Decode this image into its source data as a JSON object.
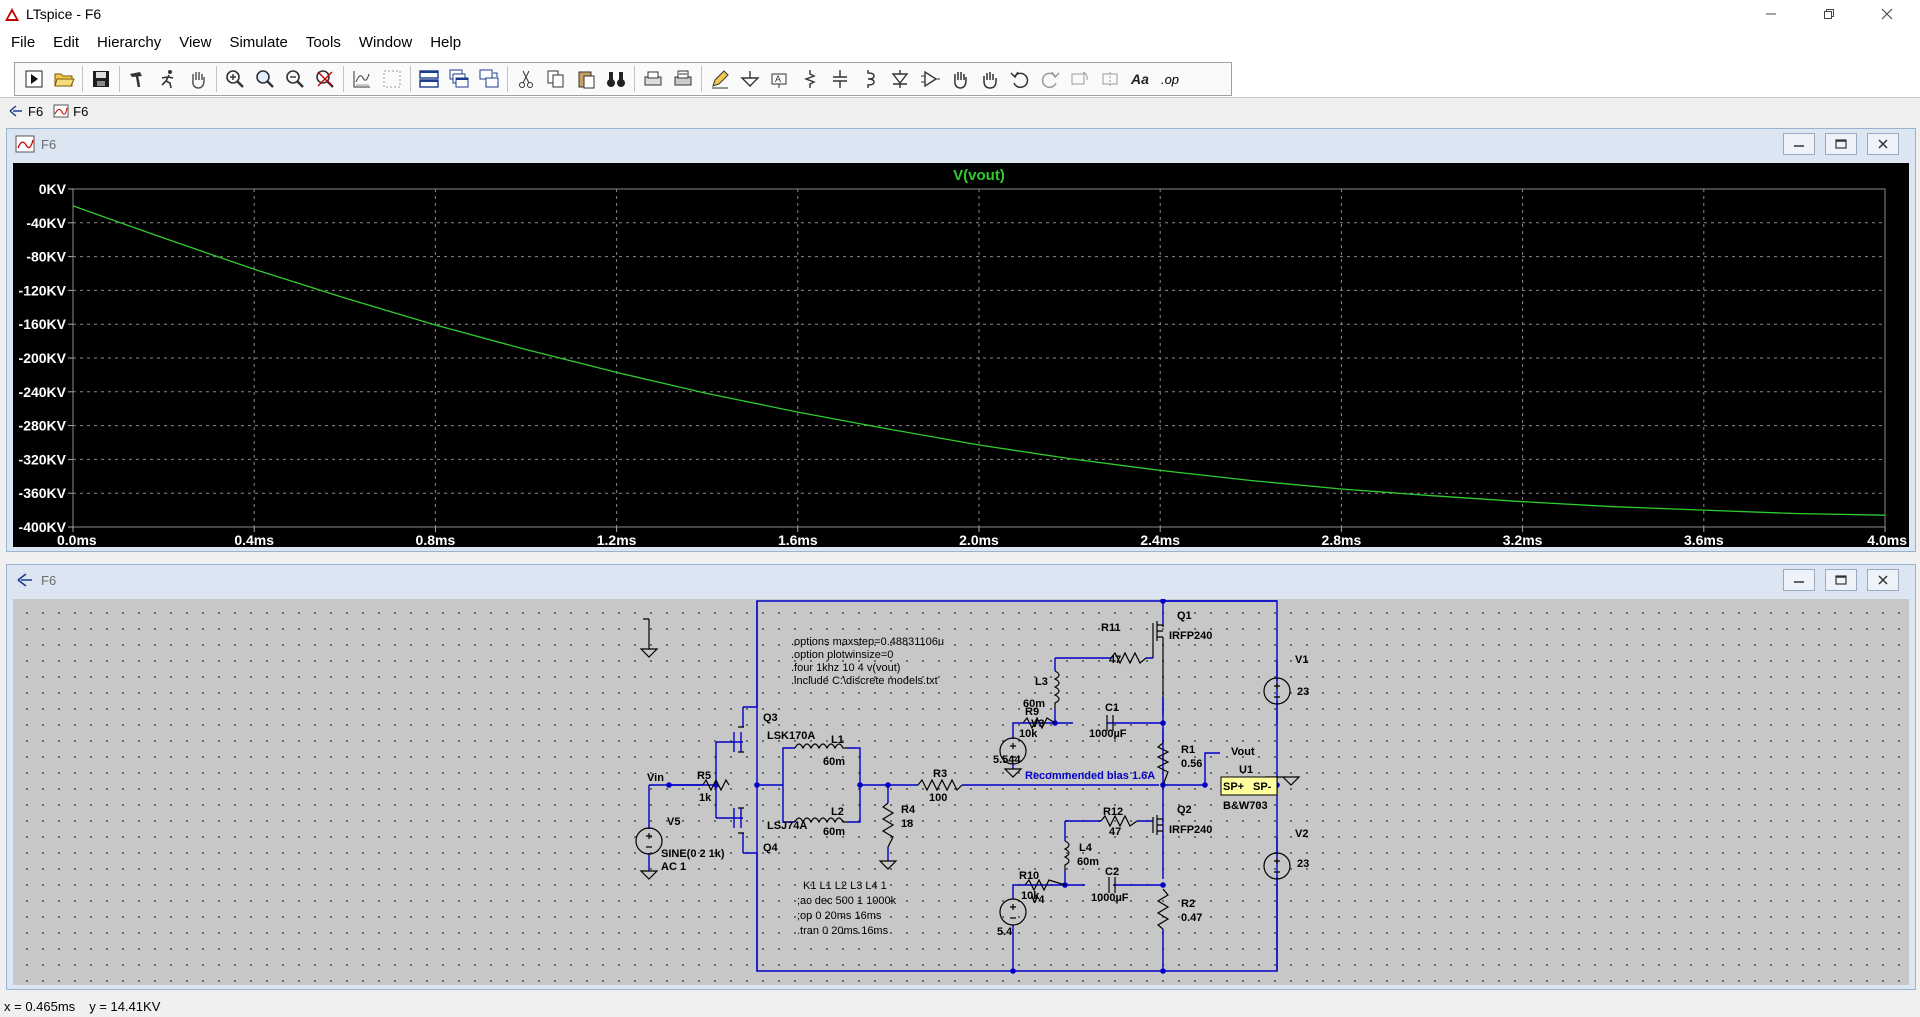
{
  "window": {
    "title": "LTspice - F6"
  },
  "menu": [
    "File",
    "Edit",
    "Hierarchy",
    "View",
    "Simulate",
    "Tools",
    "Window",
    "Help"
  ],
  "toolbar": {
    "op_label": ".op"
  },
  "doc_tabs": [
    {
      "label": "F6",
      "kind": "schematic"
    },
    {
      "label": "F6",
      "kind": "waveform"
    }
  ],
  "waveform_window": {
    "title": "F6"
  },
  "schematic_window": {
    "title": "F6"
  },
  "chart_data": {
    "type": "line",
    "title": "V(vout)",
    "xlabel": "",
    "ylabel": "",
    "x_ticks": [
      "0.0ms",
      "0.4ms",
      "0.8ms",
      "1.2ms",
      "1.6ms",
      "2.0ms",
      "2.4ms",
      "2.8ms",
      "3.2ms",
      "3.6ms",
      "4.0ms"
    ],
    "y_ticks": [
      "0KV",
      "-40KV",
      "-80KV",
      "-120KV",
      "-160KV",
      "-200KV",
      "-240KV",
      "-280KV",
      "-320KV",
      "-360KV",
      "-400KV"
    ],
    "xlim": [
      0,
      4.0
    ],
    "ylim": [
      -400,
      0
    ],
    "grid": true,
    "series": [
      {
        "name": "V(vout)",
        "color": "#2fcc2f",
        "x": [
          0.0,
          0.2,
          0.4,
          0.6,
          0.8,
          1.0,
          1.2,
          1.4,
          1.6,
          1.8,
          2.0,
          2.2,
          2.4,
          2.6,
          2.8,
          3.0,
          3.2,
          3.4,
          3.6,
          3.8,
          4.0
        ],
        "y": [
          -20,
          -58,
          -95,
          -129,
          -161,
          -190,
          -217,
          -242,
          -264,
          -284,
          -303,
          -319,
          -333,
          -345,
          -355,
          -363,
          -370,
          -376,
          -380,
          -384,
          -386
        ]
      }
    ]
  },
  "schematic": {
    "directives": [
      ".options maxstep=0.48831106u",
      ".option plotwinsize=0",
      ".four 1khz 10 4 v(vout)",
      ".include C:\\discrete models.txt"
    ],
    "directives2": [
      "K1 L1 L2 L3 L4 1",
      ";ac dec 500 1 1000k",
      ";op 0 20ms 16ms",
      ".tran 0 20ms 16ms"
    ],
    "bias_note": "Recommended bias 1.6A",
    "net_labels": {
      "vin": "Vin",
      "vout": "Vout"
    },
    "parts": {
      "q1": {
        "ref": "Q1",
        "value": "IRFP240"
      },
      "q2": {
        "ref": "Q2",
        "value": "IRFP240"
      },
      "q3": {
        "ref": "Q3",
        "value": "LSK170A"
      },
      "q4": {
        "ref": "Q4",
        "value": "LSJ74A"
      },
      "r1": {
        "ref": "R1",
        "value": "0.56"
      },
      "r2": {
        "ref": "R2",
        "value": "0.47"
      },
      "r3": {
        "ref": "R3",
        "value": "100"
      },
      "r4": {
        "ref": "R4",
        "value": "18"
      },
      "r5": {
        "ref": "R5",
        "value": "1k"
      },
      "r9": {
        "ref": "R9",
        "value": "10k"
      },
      "r10": {
        "ref": "R10",
        "value": "10k"
      },
      "r11": {
        "ref": "R11",
        "value": "47"
      },
      "r12": {
        "ref": "R12",
        "value": "47"
      },
      "l1": {
        "ref": "L1",
        "value": "60m"
      },
      "l2": {
        "ref": "L2",
        "value": "60m"
      },
      "l3": {
        "ref": "L3",
        "value": "60m"
      },
      "l4": {
        "ref": "L4",
        "value": "60m"
      },
      "c1": {
        "ref": "C1",
        "value": "1000µF"
      },
      "c2": {
        "ref": "C2",
        "value": "1000µF"
      },
      "v1": {
        "ref": "V1",
        "value": "23"
      },
      "v2": {
        "ref": "V2",
        "value": "23"
      },
      "v3": {
        "ref": "V3",
        "value": "5.544"
      },
      "v4": {
        "ref": "V4",
        "value": "5.4"
      },
      "v5": {
        "ref": "V5",
        "value": "SINE(0 2 1k)",
        "value2": "AC 1"
      },
      "u1": {
        "ref": "U1",
        "value": "B&W703",
        "pin_plus": "SP+",
        "pin_minus": "SP-"
      }
    }
  },
  "status": {
    "x": "x = 0.465ms",
    "y": "y = 14.41KV"
  },
  "colors": {
    "plot_bg": "#000000",
    "trace": "#2fcc2f",
    "axis_text": "#ffffff",
    "wire": "#0000c8",
    "schematic_bg": "#c7c7c7",
    "note": "#0000c8"
  }
}
